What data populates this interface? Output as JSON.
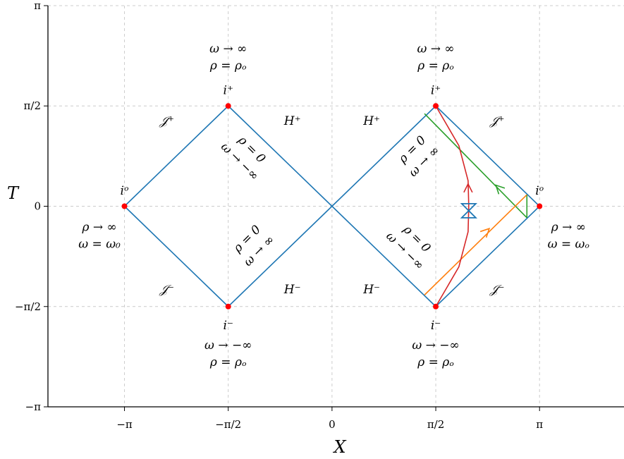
{
  "chart_data": {
    "type": "line",
    "xlabel": "X",
    "ylabel": "T",
    "xlim": [
      -4.3,
      4.42
    ],
    "ylim": [
      -3.14159,
      3.14159
    ],
    "grid": true,
    "x_ticks": [
      {
        "value": -3.14159,
        "label": "−π"
      },
      {
        "value": -1.5708,
        "label": "−π/2"
      },
      {
        "value": 0,
        "label": "0"
      },
      {
        "value": 1.5708,
        "label": "π/2"
      },
      {
        "value": 3.14159,
        "label": "π"
      }
    ],
    "y_ticks": [
      {
        "value": -3.14159,
        "label": "−π"
      },
      {
        "value": -1.5708,
        "label": "−π/2"
      },
      {
        "value": 0,
        "label": "0"
      },
      {
        "value": 1.5708,
        "label": "π/2"
      },
      {
        "value": 3.14159,
        "label": "π"
      }
    ],
    "colors": {
      "boundary": "#1f77b4",
      "red_curve": "#d62728",
      "green_ray": "#2ca02c",
      "orange_ray": "#ff7f0e",
      "points": "#ff0000",
      "grid": "#cccccc"
    },
    "series": [
      {
        "color": "#1f77b4",
        "x": [
          -3.14159,
          -1.5708,
          0,
          -1.5708,
          -3.14159
        ],
        "y": [
          0,
          1.5708,
          0,
          -1.5708,
          0
        ]
      },
      {
        "color": "#1f77b4",
        "x": [
          0,
          1.5708,
          3.14159,
          1.5708,
          0
        ],
        "y": [
          0,
          1.5708,
          0,
          -1.5708,
          0
        ]
      },
      {
        "color": "#2ca02c",
        "x": [
          1.4,
          2.95
        ],
        "y": [
          1.45,
          -0.18
        ]
      },
      {
        "color": "#2ca02c",
        "x": [
          2.95,
          2.95
        ],
        "y": [
          -0.18,
          0.18
        ]
      },
      {
        "color": "#ff7f0e",
        "x": [
          1.4,
          2.95
        ],
        "y": [
          -1.39,
          0.18
        ]
      },
      {
        "color": "#d62728",
        "x": [
          1.5708,
          1.92,
          2.06,
          2.07,
          2.06,
          1.92,
          1.5708
        ],
        "y": [
          1.5708,
          0.95,
          0.4,
          0,
          -0.4,
          -0.95,
          -1.5708
        ]
      }
    ],
    "points": [
      {
        "x": -3.14159,
        "y": 0
      },
      {
        "x": -1.5708,
        "y": 1.5708
      },
      {
        "x": -1.5708,
        "y": -1.5708
      },
      {
        "x": 1.5708,
        "y": 1.5708
      },
      {
        "x": 1.5708,
        "y": -1.5708
      },
      {
        "x": 3.14159,
        "y": 0
      }
    ],
    "arrows": [
      {
        "color": "#d62728",
        "x": 2.06,
        "y": 0.35,
        "angle": -90
      },
      {
        "color": "#2ca02c",
        "x": 2.48,
        "y": 0.33,
        "angle": 225
      },
      {
        "color": "#ff7f0e",
        "x": 2.38,
        "y": -0.35,
        "angle": -45
      }
    ],
    "bowtie": {
      "x": 2.07,
      "y": -0.07,
      "color": "#1f77b4"
    },
    "annotations": [
      {
        "lines": [
          "ω → ∞",
          "ρ = ρₒ"
        ],
        "x": -1.5708,
        "y": 2.34,
        "rotate": 0
      },
      {
        "lines": [
          "ω → ∞",
          "ρ = ρₒ"
        ],
        "x": 1.5708,
        "y": 2.34,
        "rotate": 0
      },
      {
        "lines": [
          "i⁺"
        ],
        "x": -1.5708,
        "y": 1.82,
        "rotate": 0
      },
      {
        "lines": [
          "i⁺"
        ],
        "x": 1.5708,
        "y": 1.82,
        "rotate": 0
      },
      {
        "lines": [
          "i⁻"
        ],
        "x": -1.5708,
        "y": -1.86,
        "rotate": 0
      },
      {
        "lines": [
          "i⁻"
        ],
        "x": 1.5708,
        "y": -1.86,
        "rotate": 0
      },
      {
        "lines": [
          "ω → −∞",
          "ρ = ρₒ"
        ],
        "x": -1.5708,
        "y": -2.3,
        "rotate": 0
      },
      {
        "lines": [
          "ω → −∞",
          "ρ = ρₒ"
        ],
        "x": 1.5708,
        "y": -2.3,
        "rotate": 0
      },
      {
        "lines": [
          "iᵒ"
        ],
        "x": -3.14159,
        "y": 0.25,
        "rotate": 0
      },
      {
        "lines": [
          "iᵒ"
        ],
        "x": 3.14159,
        "y": 0.25,
        "rotate": 0
      },
      {
        "lines": [
          "ρ → ∞",
          "ω = ω₀"
        ],
        "x": -3.52,
        "y": -0.45,
        "rotate": 0
      },
      {
        "lines": [
          "ρ → ∞",
          "ω = ωₒ"
        ],
        "x": 3.58,
        "y": -0.45,
        "rotate": 0
      },
      {
        "lines": [
          "𝒥⁺"
        ],
        "x": -2.5,
        "y": 1.34,
        "rotate": 0
      },
      {
        "lines": [
          "H⁺"
        ],
        "x": -0.6,
        "y": 1.34,
        "rotate": 0
      },
      {
        "lines": [
          "H⁺"
        ],
        "x": 0.6,
        "y": 1.34,
        "rotate": 0
      },
      {
        "lines": [
          "𝒥⁺"
        ],
        "x": 2.5,
        "y": 1.34,
        "rotate": 0
      },
      {
        "lines": [
          "𝒥⁻"
        ],
        "x": -2.5,
        "y": -1.3,
        "rotate": 0
      },
      {
        "lines": [
          "H⁻"
        ],
        "x": -0.6,
        "y": -1.3,
        "rotate": 0
      },
      {
        "lines": [
          "H⁻"
        ],
        "x": 0.6,
        "y": -1.3,
        "rotate": 0
      },
      {
        "lines": [
          "𝒥⁻"
        ],
        "x": 2.5,
        "y": -1.3,
        "rotate": 0
      },
      {
        "lines": [
          "ρ = 0",
          "ω → −∞"
        ],
        "x": -1.3,
        "y": 0.8,
        "rotate": 45
      },
      {
        "lines": [
          "ρ = 0",
          "ω → ∞"
        ],
        "x": -1.2,
        "y": -0.6,
        "rotate": -45
      },
      {
        "lines": [
          "ρ = 0",
          "ω → ∞"
        ],
        "x": 1.3,
        "y": 0.8,
        "rotate": -45
      },
      {
        "lines": [
          "ρ = 0",
          "ω → −∞"
        ],
        "x": 1.2,
        "y": -0.6,
        "rotate": 45
      }
    ]
  }
}
